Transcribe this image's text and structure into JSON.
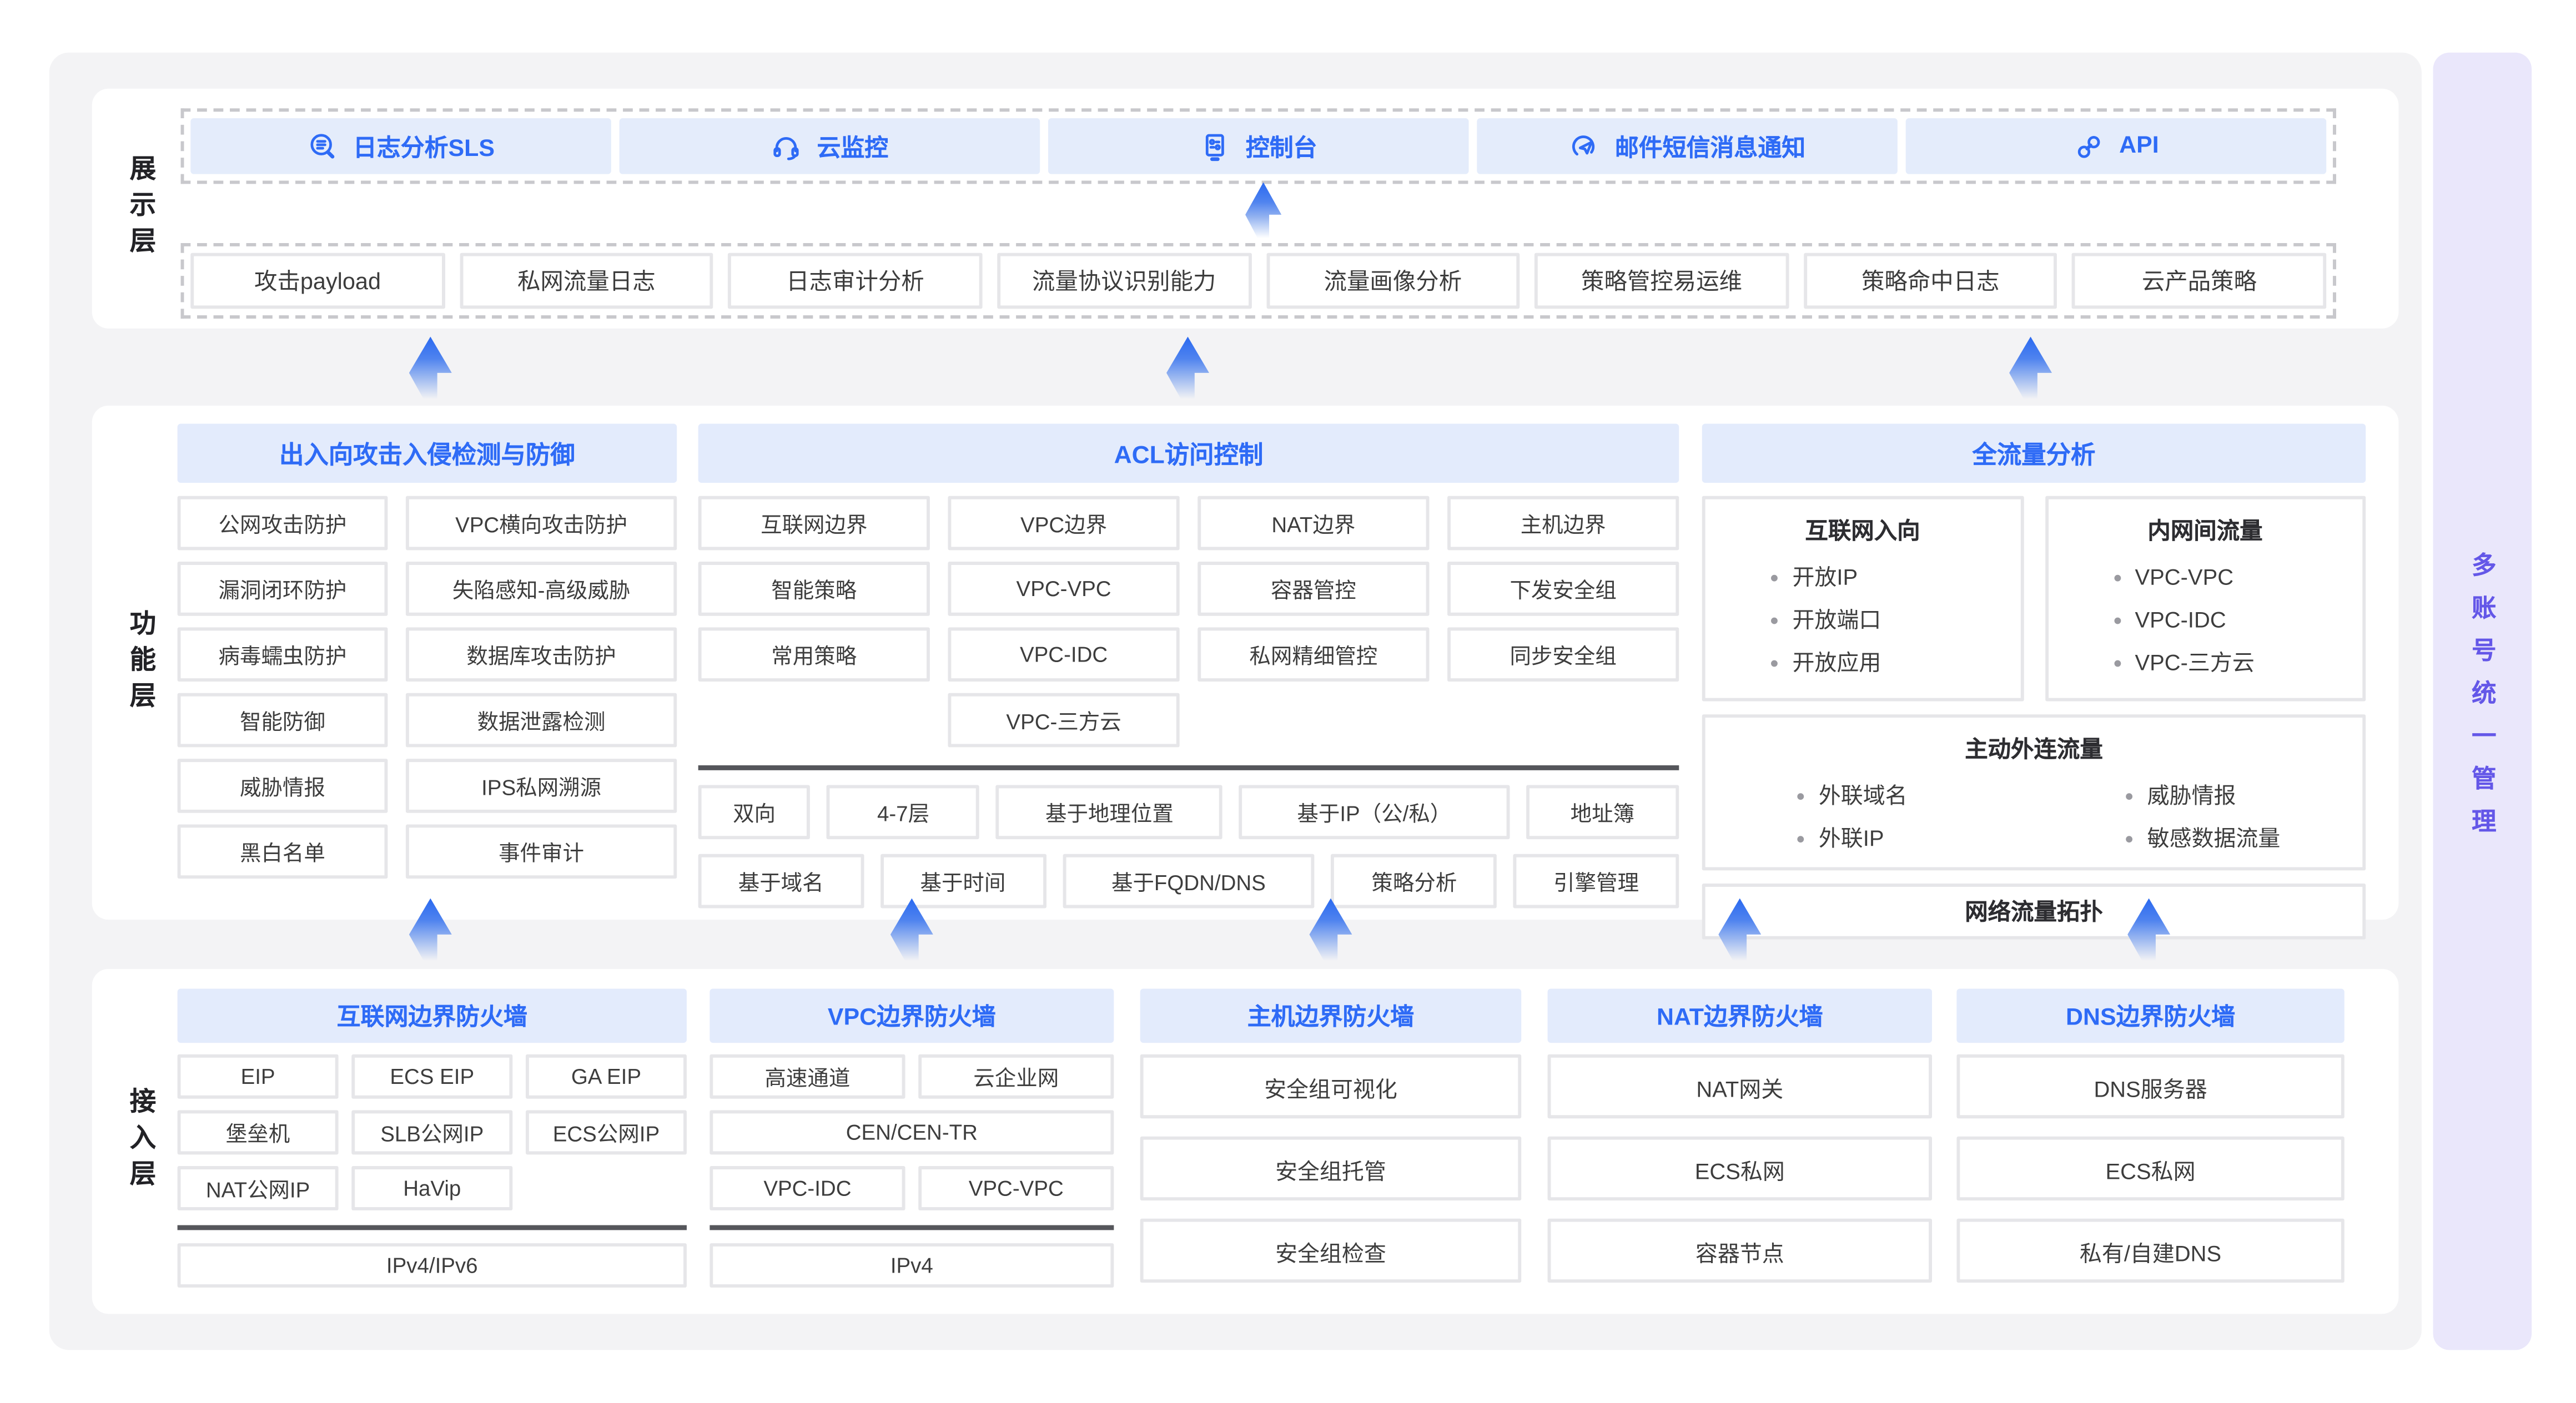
{
  "colors": {
    "accent_blue": "#2e6bf6",
    "title_bar_bg": "#e3ebfc",
    "channel_button_bg": "#e4ecfb",
    "panel_gray": "#f3f3f5",
    "box_border": "#e6e6e9",
    "text_dark": "#3c3c3c",
    "sidebar_bg": "#eae7fb",
    "sidebar_text": "#6457e8"
  },
  "display_layer": {
    "label": "展示层",
    "channels": [
      {
        "icon": "log-analysis-sls-icon",
        "label": "日志分析SLS"
      },
      {
        "icon": "cloud-monitor-icon",
        "label": "云监控"
      },
      {
        "icon": "console-icon",
        "label": "控制台"
      },
      {
        "icon": "mail-sms-notification-icon",
        "label": "邮件短信消息通知"
      },
      {
        "icon": "api-link-icon",
        "label": "API"
      }
    ],
    "capabilities": [
      "攻击payload",
      "私网流量日志",
      "日志审计分析",
      "流量协议识别能力",
      "流量画像分析",
      "策略管控易运维",
      "策略命中日志",
      "云产品策略"
    ]
  },
  "function_layer": {
    "label": "功能层",
    "intrusion_block": {
      "title": "出入向攻击入侵检测与防御",
      "items": [
        "公网攻击防护",
        "VPC横向攻击防护",
        "漏洞闭环防护",
        "失陷感知-高级威胁",
        "病毒蠕虫防护",
        "数据库攻击防护",
        "智能防御",
        "数据泄露检测",
        "威胁情报",
        "IPS私网溯源",
        "黑白名单",
        "事件审计"
      ]
    },
    "acl_block": {
      "title": "ACL访问控制",
      "items": [
        "互联网边界",
        "VPC边界",
        "NAT边界",
        "主机边界",
        "智能策略",
        "VPC-VPC",
        "容器管控",
        "下发安全组",
        "常用策略",
        "VPC-IDC",
        "私网精细管控",
        "同步安全组"
      ],
      "extra_item": "VPC-三方云",
      "feature_row1": [
        "双向",
        "4-7层",
        "基于地理位置",
        "基于IP（公/私）",
        "地址簿"
      ],
      "feature_row2": [
        "基于域名",
        "基于时间",
        "基于FQDN/DNS",
        "策略分析",
        "引擎管理"
      ]
    },
    "traffic_block": {
      "title": "全流量分析",
      "inbound": {
        "title": "互联网入向",
        "bullets": [
          "开放IP",
          "开放端口",
          "开放应用"
        ]
      },
      "intranet": {
        "title": "内网间流量",
        "bullets": [
          "VPC-VPC",
          "VPC-IDC",
          "VPC-三方云"
        ]
      },
      "outbound": {
        "title": "主动外连流量",
        "col1": [
          "外联域名",
          "外联IP"
        ],
        "col2": [
          "威胁情报",
          "敏感数据流量"
        ]
      },
      "topology": "网络流量拓扑"
    }
  },
  "access_layer": {
    "label": "接入层",
    "internet_fw": {
      "title": "互联网边界防火墙",
      "items": [
        "EIP",
        "ECS EIP",
        "GA EIP",
        "堡垒机",
        "SLB公网IP",
        "ECS公网IP",
        "NAT公网IP",
        "HaVip"
      ],
      "footer": "IPv4/IPv6"
    },
    "vpc_fw": {
      "title": "VPC边界防火墙",
      "row1": [
        "高速通道",
        "云企业网"
      ],
      "row2": "CEN/CEN-TR",
      "row3": [
        "VPC-IDC",
        "VPC-VPC"
      ],
      "footer": "IPv4"
    },
    "host_fw": {
      "title": "主机边界防火墙",
      "items": [
        "安全组可视化",
        "安全组托管",
        "安全组检查"
      ]
    },
    "nat_fw": {
      "title": "NAT边界防火墙",
      "items": [
        "NAT网关",
        "ECS私网",
        "容器节点"
      ]
    },
    "dns_fw": {
      "title": "DNS边界防火墙",
      "items": [
        "DNS服务器",
        "ECS私网",
        "私有/自建DNS"
      ]
    }
  },
  "sidebar": {
    "label": "多账号统一管理"
  }
}
